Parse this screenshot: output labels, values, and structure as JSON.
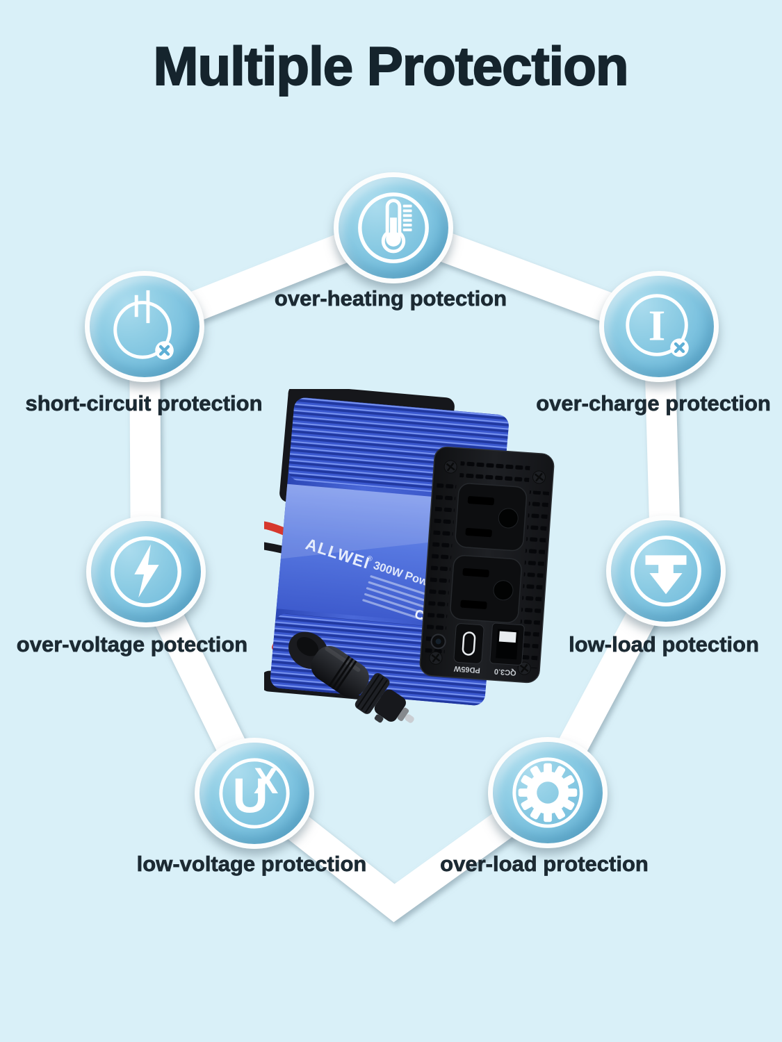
{
  "page": {
    "title": "Multiple Protection"
  },
  "protections": [
    {
      "id": "over-heating",
      "icon": "thermometer-icon",
      "label": "over-heating potection"
    },
    {
      "id": "short-circuit",
      "icon": "short-circuit-icon",
      "label": "short-circuit protection"
    },
    {
      "id": "over-charge",
      "icon": "current-limit-icon",
      "label": "over-charge protection"
    },
    {
      "id": "over-voltage",
      "icon": "lightning-icon",
      "label": "over-voltage potection"
    },
    {
      "id": "low-load",
      "icon": "down-arrow-icon",
      "label": "low-load potection"
    },
    {
      "id": "low-voltage",
      "icon": "crossed-u-icon",
      "label": "low-voltage protection"
    },
    {
      "id": "over-load",
      "icon": "gear-icon",
      "label": "over-load protection"
    }
  ],
  "product": {
    "brand": "ALLWEI",
    "brand_mark": "®",
    "name": "300W Power Inverter",
    "certifications": "CE FC",
    "recycle_mark": "♲",
    "ports": {
      "usb_c": "PD65W",
      "usb_a": "QC3.0"
    }
  },
  "colors": {
    "background": "#d9f0f8",
    "title_text": "#15242d",
    "label_text": "#1c2a33",
    "circle_blue": "#7cc2df",
    "ribbon_white": "#ffffff",
    "inverter_blue": "#3f5ccd",
    "wire_red": "#d6382d",
    "panel_black": "#131417"
  }
}
